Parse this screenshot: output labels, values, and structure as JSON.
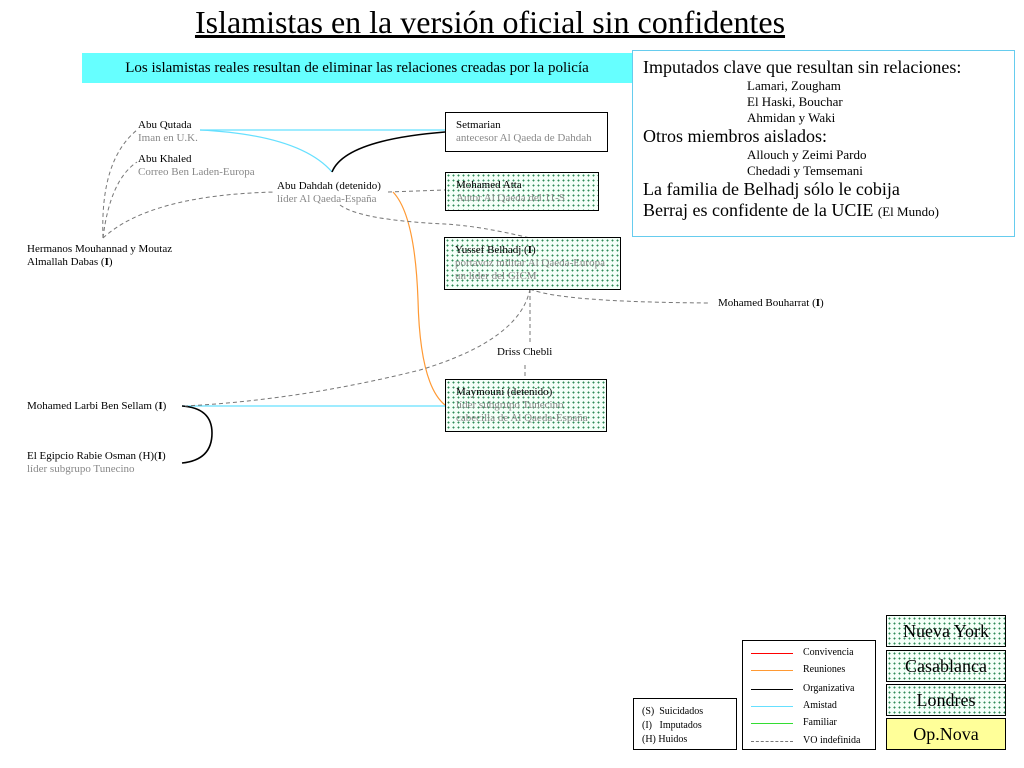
{
  "title": "Islamistas en la versión oficial sin confidentes",
  "banner": "Los islamistas reales resultan de eliminar las relaciones creadas por la policía",
  "panel": {
    "h1": "Imputados clave que resultan sin relaciones:",
    "l1": "Lamari, Zougham",
    "l2": "El Haski, Bouchar",
    "l3": "Ahmidan y Waki",
    "h2": "Otros miembros aislados:",
    "l4": "Allouch y Zeimi Pardo",
    "l5": "Chedadi y Temsemani",
    "h3": "La familia de Belhadj sólo le cobija",
    "h4": "Berraj es confidente de la UCIE",
    "h4_note": "(El Mundo)"
  },
  "nodes": {
    "abu_qutada": {
      "name": "Abu Qutada",
      "role": "Iman en U.K."
    },
    "abu_khaled": {
      "name": "Abu Khaled",
      "role": "Correo Ben Laden-Europa"
    },
    "abu_dahdah": {
      "name": "Abu Dahdah (detenido)",
      "role": "líder Al Qaeda-España"
    },
    "hermanos": {
      "line1": "Hermanos Mouhannad y Moutaz",
      "line2": "Almallah Dabas (",
      "mark": "I",
      "end": ")"
    },
    "setmarian": {
      "name": "Setmarian",
      "role": "antecesor Al Qaeda de Dahdah"
    },
    "atta": {
      "name": "Mohamed Atta",
      "role": "Autor Al Qaeda del 11-S"
    },
    "belhadj": {
      "name": "Yussef Belhadj (",
      "mark": "I",
      "end": ")",
      "role1": "portavoz militar Al Qaeda-Europa",
      "role2": "un líder del GICM"
    },
    "bouharrat": {
      "name": "Mohamed Bouharrat (",
      "mark": "I",
      "end": ")"
    },
    "chebli": {
      "name": "Driss Chebli"
    },
    "maymouni": {
      "name": "Maymouni (detenido)",
      "role1": "líder subgrupo Tunecino",
      "role2": "cabecilla de Al Qaeda-España"
    },
    "larbi": {
      "name": "Mohamed Larbi Ben Sellam (",
      "mark": "I",
      "end": ")"
    },
    "egipcio": {
      "name": "El Egipcio Rabie Osman (H)(",
      "mark": "I",
      "end": ")",
      "role": "líder subgrupo Tunecino"
    }
  },
  "legend_lines": [
    {
      "label": "Convivencia",
      "color": "#ff0000",
      "dashed": false
    },
    {
      "label": "Reuniones",
      "color": "#ff9933",
      "dashed": false
    },
    {
      "label": "Organizativa",
      "color": "#000000",
      "dashed": false
    },
    {
      "label": "Amistad",
      "color": "#66e0ff",
      "dashed": false
    },
    {
      "label": "Familiar",
      "color": "#33dd33",
      "dashed": false
    },
    {
      "label": "VO indefinida",
      "color": "#777777",
      "dashed": true
    }
  ],
  "legend_codes": [
    {
      "code": "(S)",
      "label": "Suicidados"
    },
    {
      "code": "(I)",
      "label": "Imputados"
    },
    {
      "code": "(H)",
      "label": "Huidos"
    }
  ],
  "cities": [
    "Nueva York",
    "Casablanca",
    "Londres",
    "Op.Nova"
  ],
  "colors": {
    "banner": "#66ffff",
    "amistad": "#66e0ff",
    "reuniones": "#ff9933",
    "organizativa": "#000000",
    "indefinida": "#777777",
    "opnova": "#ffff99"
  }
}
